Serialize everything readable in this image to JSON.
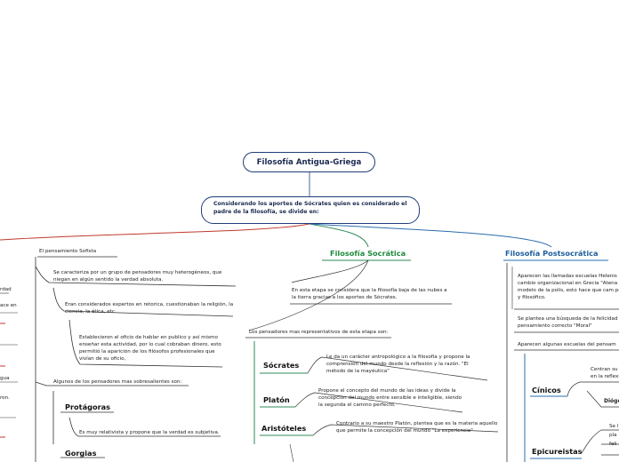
{
  "root": "Filosofía Antigua-Griega",
  "subtitle": {
    "line1": "Considerando los aportes de Sócrates quien es considerado el",
    "line2": "padre de la filosofía, se divide en:"
  },
  "left": {
    "header": "El pensamiento Sofista",
    "notes": [
      "Se caracteriza por un grupo de pensadores muy heterogéneos, que niegan en algún sentido la verdad absoluta.",
      "Eran considerados expertos en retorica, cuestionaban la religión, la ciencia, la ética, etc.",
      "Establecieron el oficio de hablar en publico y así mismo enseñar esta actividad, por lo cual cobraban dinero, esto permitió la aparición de los filósofos profesionales que vivían de su oficio,"
    ],
    "authors_header": "Algunos de los pensadores mas sobresalientes son:",
    "protagoras": "Protágoras",
    "protagoras_note": "Es muy relativista y propone que la verdad es subjetiva.",
    "gorgias": "Gorgias",
    "fragments": [
      "rdad",
      "ace en",
      "gua",
      "ron."
    ]
  },
  "center": {
    "title": "Filosofía Socrática",
    "intro": "En esta etapa se considera que la filosofía baja de las nubes a la tierra gracias a los aportes de Sócrates.",
    "authors_header": "Los pensadores mas representativos de esta etapa son:",
    "thinkers": [
      {
        "name": "Sócrates",
        "text": "Le da un carácter antropológico a la filosofía y propone la comprensión del mundo desde la reflexión y la razón. \"El método de la mayéutica\""
      },
      {
        "name": "Platón",
        "text": "Propone el concepto del mundo de las ideas y divide la concepción del mundo entre sensible e inteligible, siendo la segunda el camino perfecto."
      },
      {
        "name": "Aristóteles",
        "text": "Contrario a su maestro Platón, plantea que es la materia aquello que permite la concepción del mundo \"La experiencia\""
      }
    ]
  },
  "right": {
    "title": "Filosofía Postsocrática",
    "notes": [
      "Aparecen las llamadas escuelas Helenis cambio organizacional en Grecia \"Atena el modelo de la polis, esto hace que cam político y filosófico.",
      "Se plantea una búsqueda de la felicidad pensamiento correcto \"Moral\"",
      "Aparecen algunas escuelas del pensam"
    ],
    "cinicos": "Cínicos",
    "cinicos_note": "Centran su en la reflexi",
    "diogenes": "Diógen",
    "epicureistas": "Epicureistas",
    "epi_fragments": [
      "Se l",
      "pla",
      "feli"
    ]
  }
}
